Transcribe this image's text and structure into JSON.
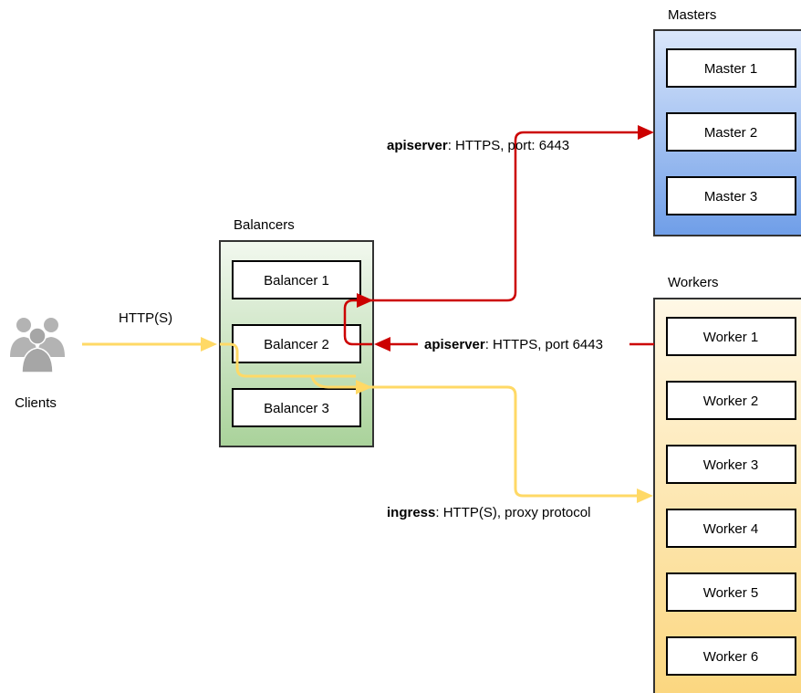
{
  "clients": {
    "label": "Clients"
  },
  "client_link": {
    "label": "HTTP(S)"
  },
  "balancers": {
    "title": "Balancers",
    "items": [
      "Balancer 1",
      "Balancer 2",
      "Balancer 3"
    ],
    "color_top": "#f2f8ef",
    "color_bottom": "#a9d29a"
  },
  "masters": {
    "title": "Masters",
    "items": [
      "Master 1",
      "Master 2",
      "Master 3"
    ],
    "color_top": "#dbe7fb",
    "color_bottom": "#6f9ee8"
  },
  "workers": {
    "title": "Workers",
    "items": [
      "Worker 1",
      "Worker 2",
      "Worker 3",
      "Worker 4",
      "Worker 5",
      "Worker 6"
    ],
    "color_top": "#fff8e6",
    "color_bottom": "#fbd67e"
  },
  "links": {
    "to_masters": {
      "bold": "apiserver",
      "rest": ": HTTPS, port: 6443",
      "color": "#cc0000"
    },
    "from_workers": {
      "bold": "apiserver",
      "rest": ": HTTPS, port 6443",
      "color": "#cc0000"
    },
    "ingress": {
      "bold": "ingress",
      "rest": ": HTTP(S), proxy protocol",
      "color": "#ffd966"
    }
  }
}
